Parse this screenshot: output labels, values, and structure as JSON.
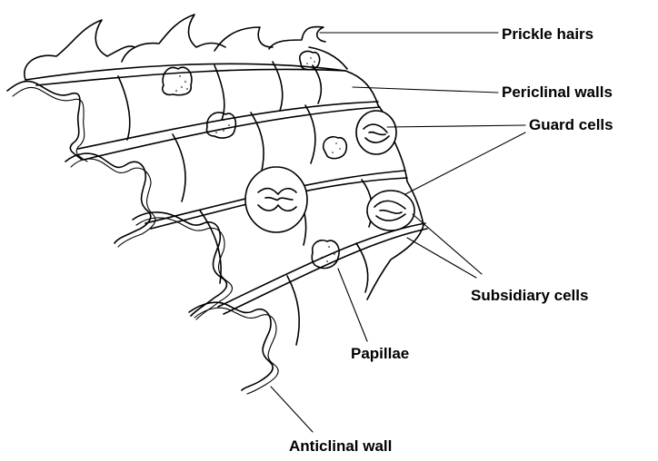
{
  "labels": {
    "prickle_hairs": "Prickle hairs",
    "periclinal_walls": "Periclinal walls",
    "guard_cells": "Guard cells",
    "subsidiary_cells": "Subsidiary cells",
    "papillae": "Papillae",
    "anticlinal_wall": "Anticlinal wall"
  }
}
